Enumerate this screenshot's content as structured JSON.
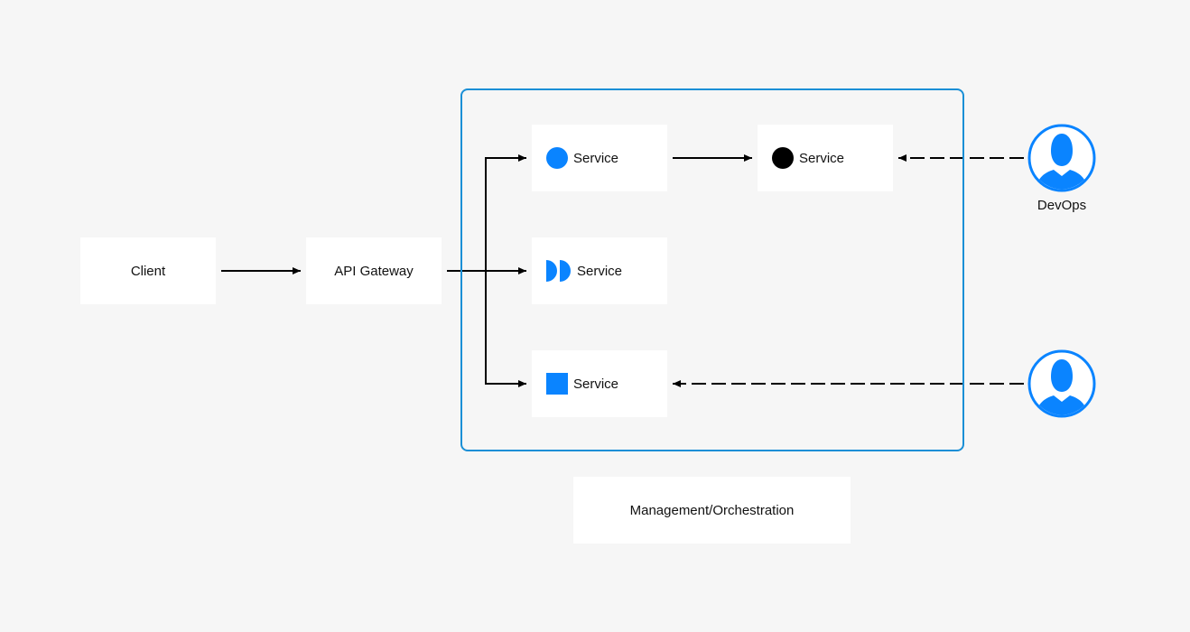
{
  "colors": {
    "accent": "#0a84ff",
    "frame": "#1a8fd6",
    "dark": "#000000",
    "background": "#f6f6f6"
  },
  "nodes": {
    "client": "Client",
    "gateway": "API Gateway",
    "service_a": {
      "label": "Service",
      "icon": "blue-circle-icon"
    },
    "service_b": {
      "label": "Service",
      "icon": "black-circle-icon"
    },
    "service_c": {
      "label": "Service",
      "icon": "double-half-circle-icon"
    },
    "service_d": {
      "label": "Service",
      "icon": "blue-square-icon"
    },
    "management": "Management/Orchestration"
  },
  "actors": [
    {
      "label": "DevOps",
      "icon": "user-avatar-icon"
    },
    {
      "label": "",
      "icon": "user-avatar-icon"
    }
  ]
}
